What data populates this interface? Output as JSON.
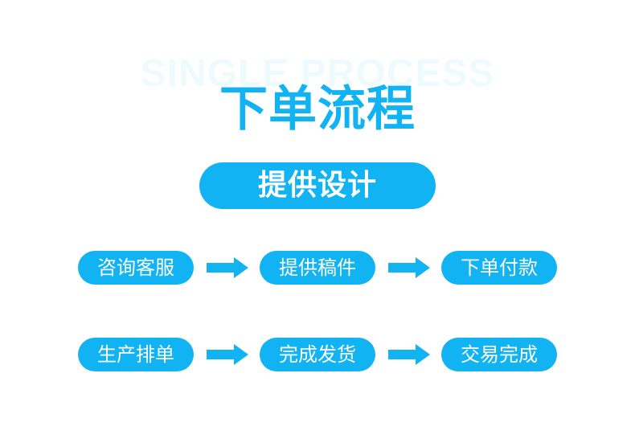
{
  "background_text": "SINGLE PROCESS",
  "title": "下单流程",
  "banner": "提供设计",
  "steps": [
    "咨询客服",
    "提供稿件",
    "下单付款",
    "生产排单",
    "完成发货",
    "交易完成"
  ],
  "colors": {
    "accent": "#12b3f2",
    "background_text": "#eefbfe",
    "step_text": "#ffffff"
  },
  "icons": [
    "arrow-right-icon"
  ]
}
